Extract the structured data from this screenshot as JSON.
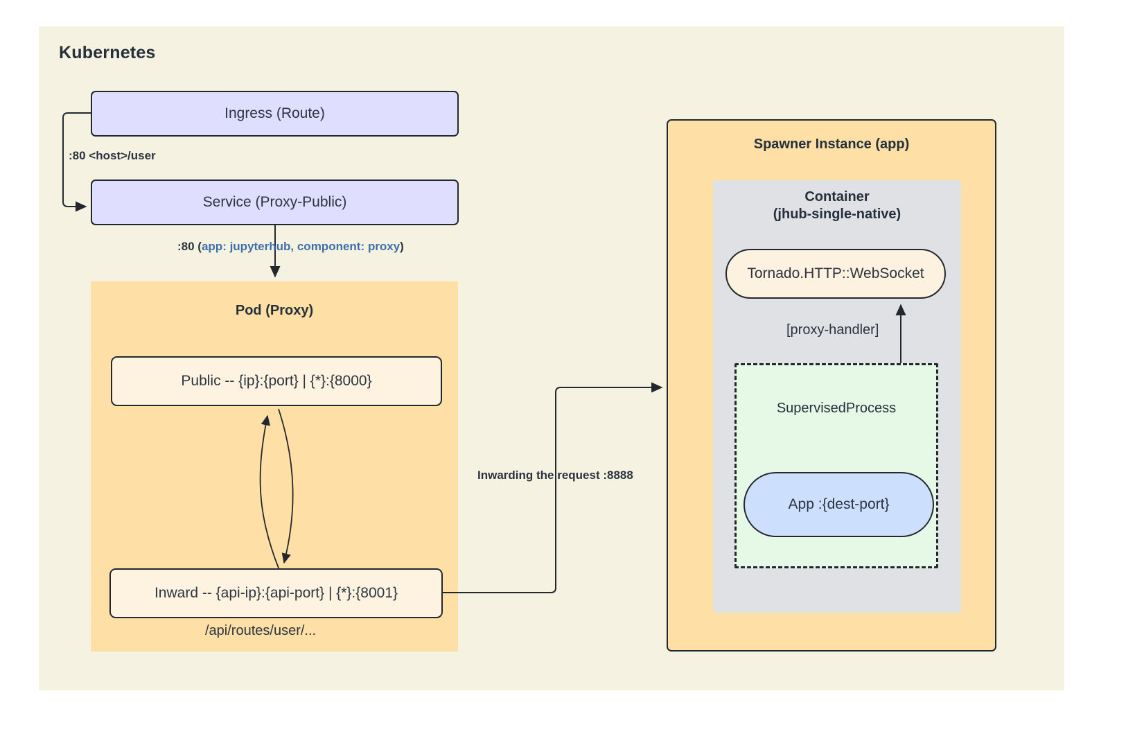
{
  "diagram": {
    "outer_group": {
      "title": "Kubernetes"
    },
    "nodes": {
      "ingress": {
        "label": "Ingress (Route)"
      },
      "service": {
        "label": "Service (Proxy-Public)"
      },
      "pod_proxy": {
        "title": "Pod (Proxy)"
      },
      "public_listener": {
        "label": "Public -- {ip}:{port} | {*}:{8000}"
      },
      "inward_listener": {
        "label": "Inward -- {api-ip}:{api-port} | {*}:{8001}"
      },
      "api_routes_caption": {
        "label": "/api/routes/user/..."
      },
      "spawner": {
        "title": "Spawner Instance (app)"
      },
      "container": {
        "title_line1": "Container",
        "title_line2": "(jhub-single-native)"
      },
      "tornado": {
        "label": "Tornado.HTTP::WebSocket"
      },
      "supervised_process": {
        "label": "SupervisedProcess"
      },
      "app": {
        "label": "App :{dest-port}"
      }
    },
    "edges": {
      "ingress_to_service": {
        "label": ":80 <host>/user"
      },
      "service_to_pod": {
        "label_prefix": ":80 (",
        "label_meta": "app: jupyterhub, component: proxy",
        "label_suffix": ")"
      },
      "inward_to_spawner": {
        "label": "Inwarding the request :8888"
      },
      "app_to_tornado": {
        "label": "[proxy-handler]"
      }
    },
    "colors": {
      "canvas_background": "#f5f2e1",
      "lavender_node": "#dfdeff",
      "orange_group": "#fedfa6",
      "cream_node": "#fdf3e0",
      "gray_container": "#dfe1e5",
      "green_dashed": "#e6f9e6",
      "blue_pill": "#cce0fd",
      "stroke": "#23272e",
      "text": "#2c3440",
      "meta_text": "#3f6fa8"
    }
  }
}
